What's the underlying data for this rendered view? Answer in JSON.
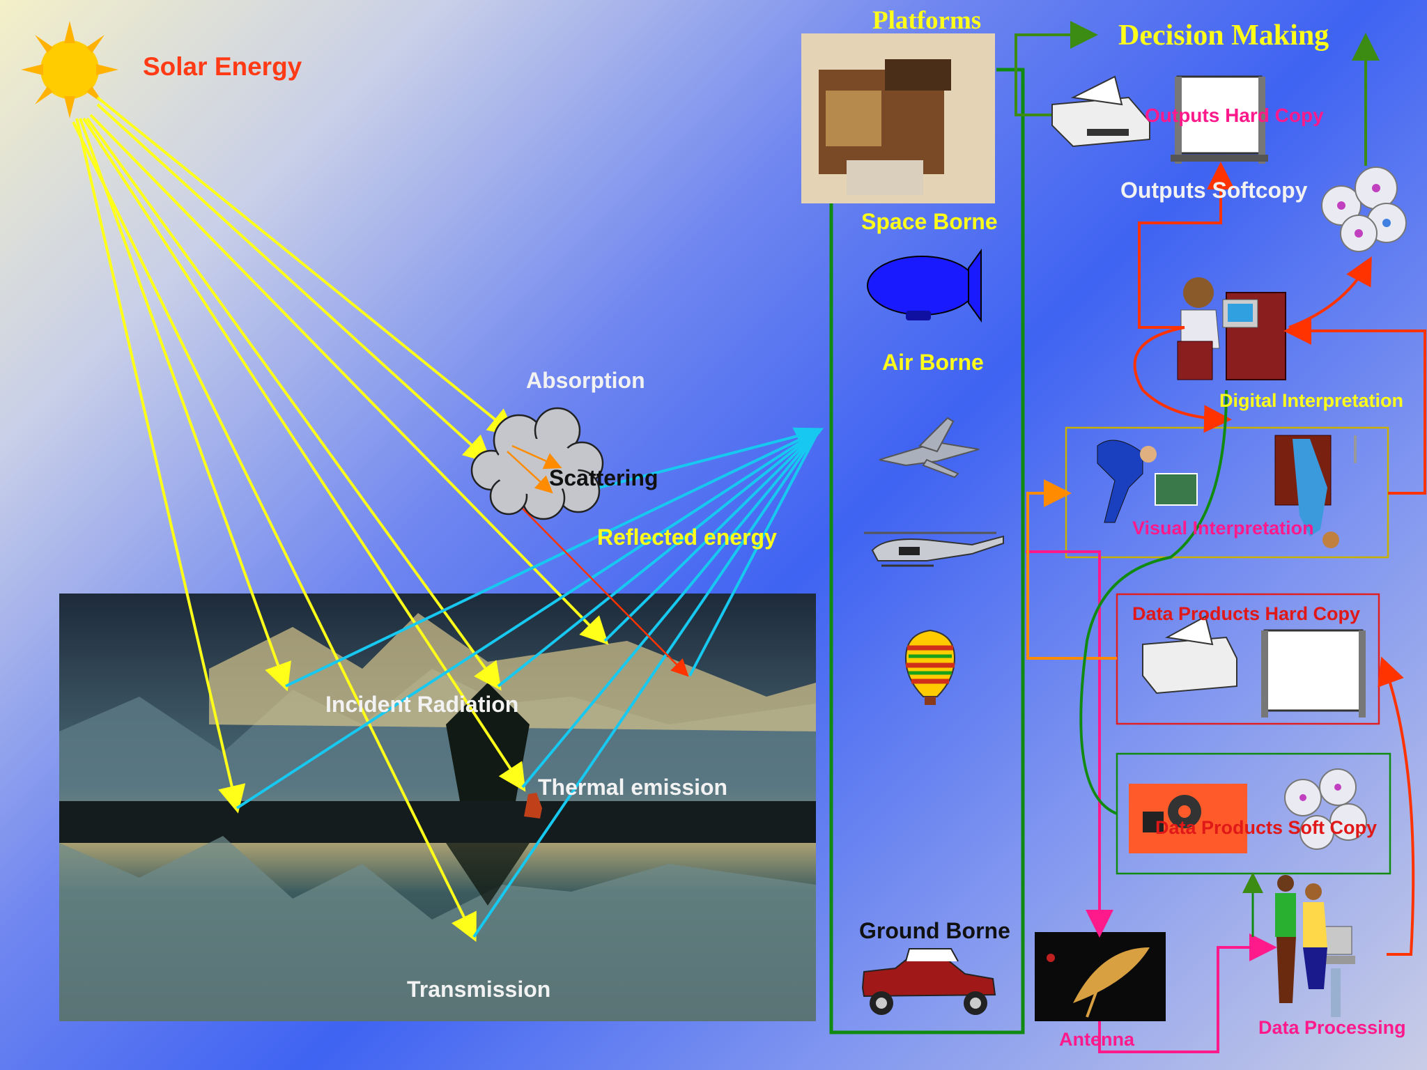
{
  "diagram": {
    "solar_energy": "Solar Energy",
    "absorption": "Absorption",
    "scattering": "Scattering",
    "reflected_energy": "Reflected energy",
    "incident_radiation": "Incident Radiation",
    "thermal_emission": "Thermal emission",
    "transmission": "Transmission"
  },
  "platforms": {
    "title": "Platforms",
    "space_borne": "Space Borne",
    "air_borne": "Air Borne",
    "ground_borne": "Ground Borne"
  },
  "processing": {
    "decision_making": "Decision Making",
    "outputs_hard_copy": "Outputs Hard Copy",
    "outputs_softcopy": "Outputs Softcopy",
    "digital_interpretation": "Digital Interpretation",
    "visual_interpretation": "Visual Interpretation",
    "data_products_hard_copy": "Data Products Hard Copy",
    "data_products_soft_copy": "Data Products Soft Copy",
    "antenna": "Antenna",
    "data_processing": "Data Processing"
  },
  "colors": {
    "incident": "#ffff1a",
    "reflected": "#17c8f0",
    "platform_line": "#118a11",
    "data_flow": "#ff1a8c",
    "visual_flow": "#ff8c00",
    "digital_flow": "#ff3300"
  }
}
